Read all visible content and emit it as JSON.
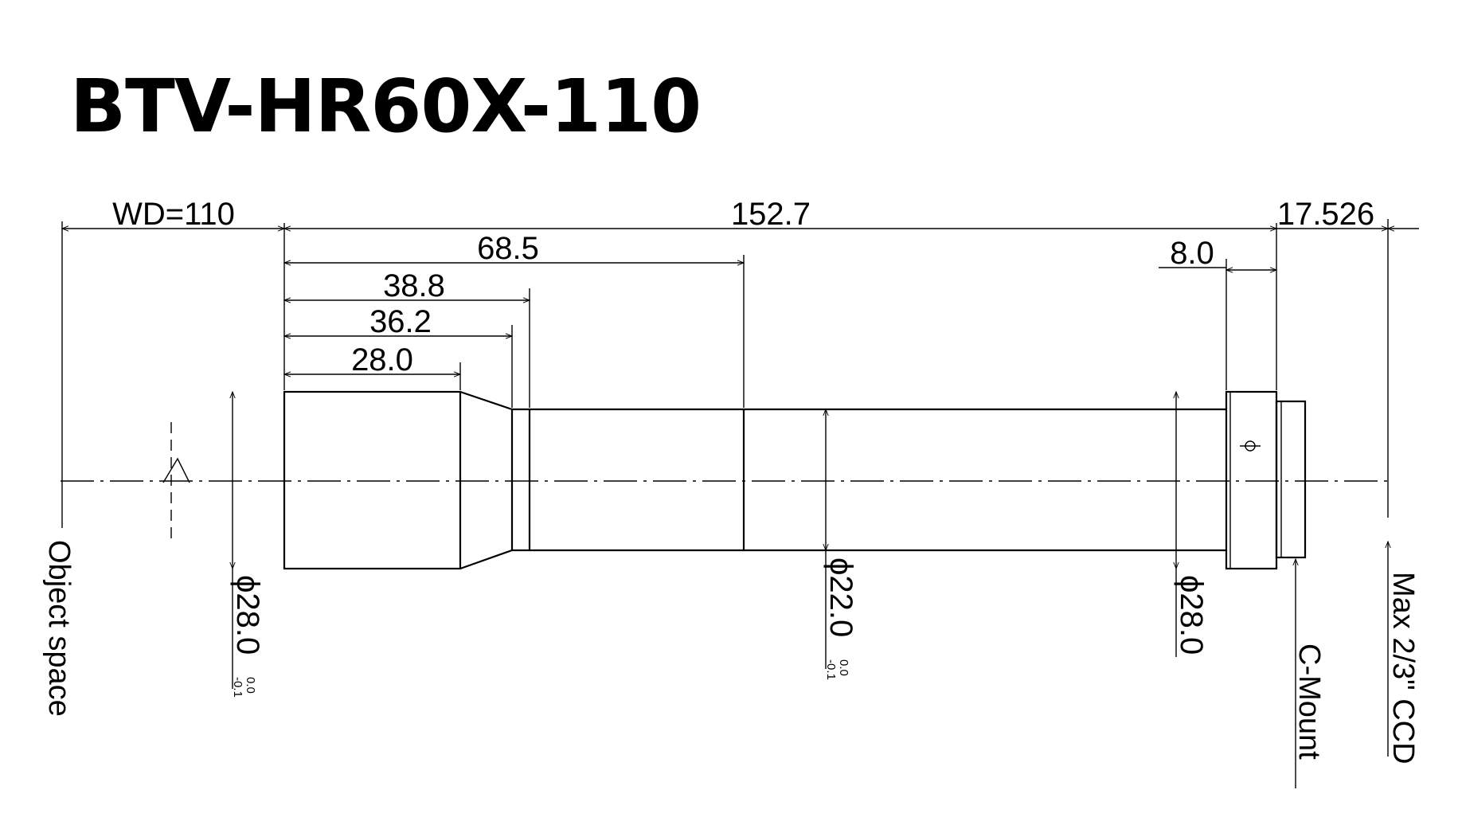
{
  "title": "BTV-HR60X-110",
  "dimensions": {
    "wd": "WD=110",
    "total_length": "152.7",
    "back_focus": "17.526",
    "d_68_5": "68.5",
    "d_38_8": "38.8",
    "d_36_2": "36.2",
    "d_28_0": "28.0",
    "mount_width": "8.0"
  },
  "diameters": {
    "front": {
      "value": "ϕ28.0",
      "tol_upper": "0.0",
      "tol_lower": "-0.1"
    },
    "body": {
      "value": "ϕ22.0",
      "tol_upper": "0.0",
      "tol_lower": "-0.1"
    },
    "rear": {
      "value": "ϕ28.0"
    }
  },
  "labels": {
    "object_space": "Object space",
    "c_mount": "C-Mount",
    "sensor": "Max 2/3\" CCD"
  }
}
